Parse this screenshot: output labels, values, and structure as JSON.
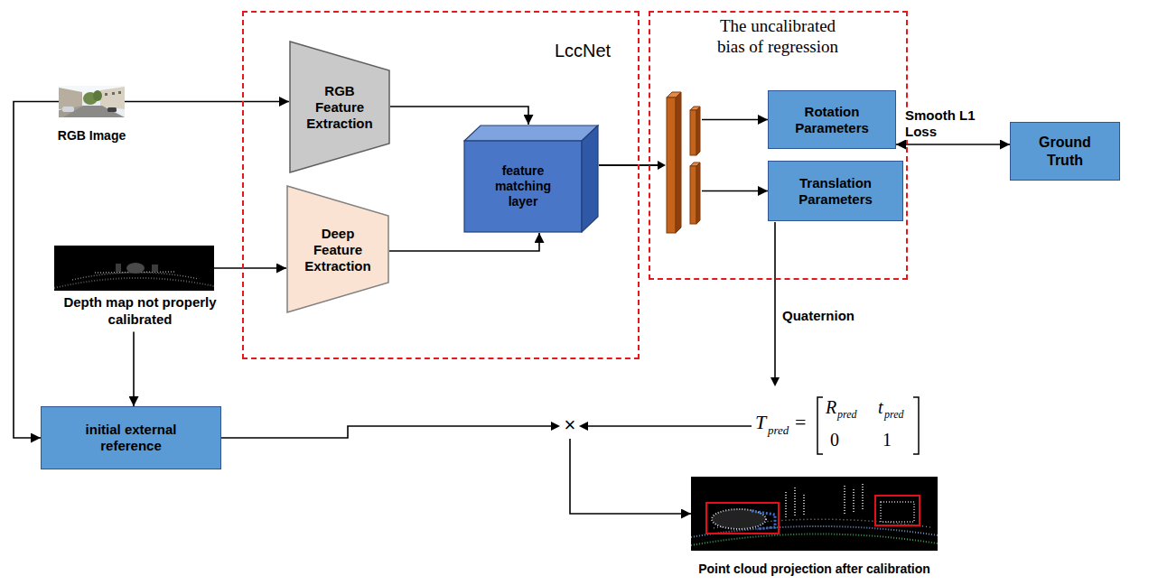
{
  "diagram": {
    "nodes": [
      {
        "text": [
          "RGB Image"
        ]
      },
      {
        "text": [
          "Depth map not properly calibrated"
        ]
      },
      {
        "text": [
          "LccNet"
        ]
      },
      {
        "text": [
          "RGB Feature Extraction"
        ],
        "in": 2
      },
      {
        "text": [
          "Deep Feature Extraction"
        ],
        "in": 2
      },
      {
        "text": [
          "feature matching layer"
        ],
        "in": 2
      },
      {
        "text": [
          "The uncalibrated bias of regression"
        ]
      },
      {
        "text": [
          "Rotation Parameters"
        ],
        "in": 6
      },
      {
        "text": [
          "Translation Parameters"
        ],
        "in": 6
      },
      {
        "text": [
          "Ground Truth"
        ]
      },
      {
        "text": [
          "initial external reference"
        ]
      },
      {
        "text": [
          "Point cloud projection after calibration"
        ]
      }
    ],
    "edges": [
      {
        "from": 0,
        "to": 3,
        "arrow": "to"
      },
      {
        "from": 1,
        "to": 4,
        "arrow": "to"
      },
      {
        "from": 3,
        "to": 5,
        "arrow": "to"
      },
      {
        "from": 4,
        "to": 5,
        "arrow": "to"
      },
      {
        "from": 5,
        "to": 7,
        "arrow": "to"
      },
      {
        "from": 5,
        "to": 8,
        "arrow": "to"
      },
      {
        "from": 7,
        "to": 9,
        "label": "Smooth L1 Loss",
        "arrow": "both"
      },
      {
        "from": 0,
        "to": 10,
        "arrow": "to"
      },
      {
        "from": 1,
        "to": 10,
        "arrow": "to"
      },
      {
        "from": 10,
        "to": 11,
        "arrow": "to"
      }
    ],
    "labels": [
      "Quaternion",
      "×",
      "T",
      "pred",
      "=",
      "R",
      "pred",
      "t",
      "pred",
      "0",
      "1"
    ]
  }
}
